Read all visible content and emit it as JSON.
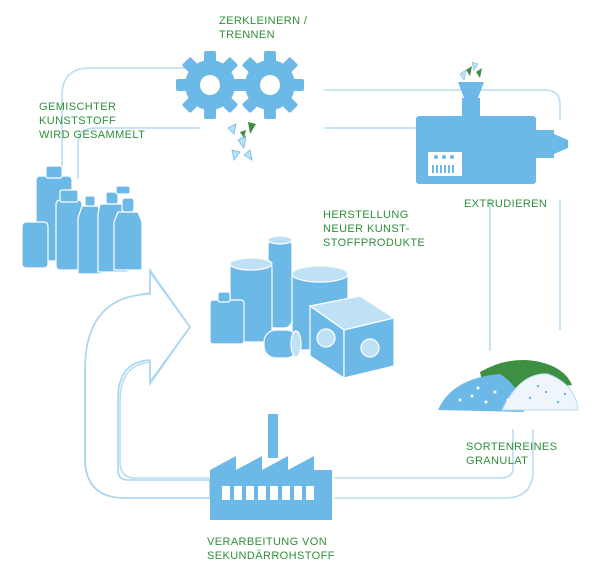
{
  "labels": {
    "shredding": [
      "ZERKLEINERN /",
      "TRENNEN"
    ],
    "collected": [
      "GEMISCHTER",
      "KUNSTSTOFF",
      "WIRD GESAMMELT"
    ],
    "extrusion": [
      "EXTRUDIEREN"
    ],
    "production": [
      "HERSTELLUNG",
      "NEUER KUNST-",
      "STOFFPRODUKTE"
    ],
    "granulate": [
      "SORTENREINES",
      "GRANULAT"
    ],
    "processing": [
      "VERARBEITUNG VON",
      "SEKUNDÄRROHSTOFF"
    ]
  },
  "colors": {
    "label_text": "#2f8f3a",
    "icon_fill": "#6cb8e6",
    "icon_light": "#bfe1f6",
    "outline": "#a9d4ef",
    "accent_green": "#3f8f43",
    "accent_dark_green": "#2d6b33"
  },
  "icons": [
    "gears-icon",
    "plastic-bottles-icon",
    "extruder-icon",
    "granulate-piles-icon",
    "factory-icon",
    "plastic-products-icon",
    "cycle-arrow-icon"
  ]
}
